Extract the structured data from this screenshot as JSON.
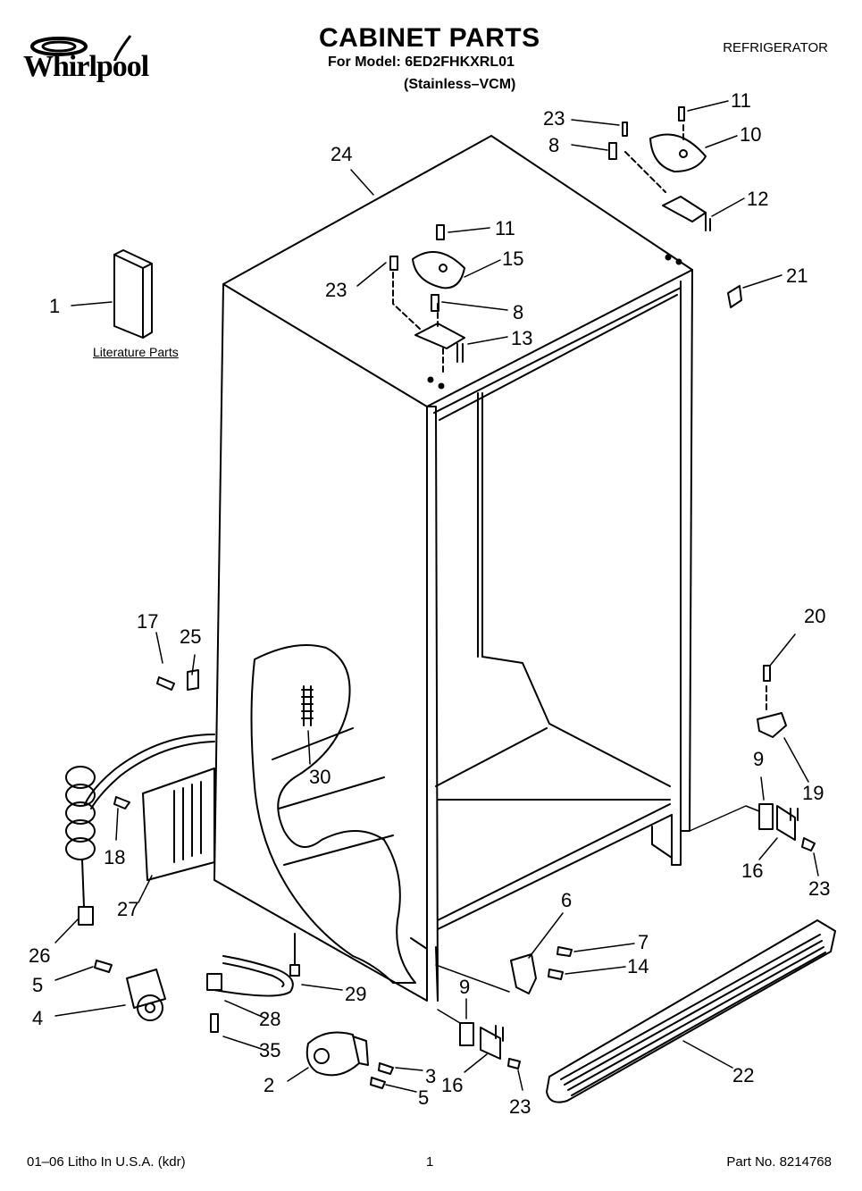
{
  "header": {
    "brand": "Whirlpool",
    "title": "CABINET PARTS",
    "model_line": "For Model: 6ED2FHKXRL01",
    "variant": "(Stainless–VCM)",
    "category": "REFRIGERATOR"
  },
  "literature_label": "Literature Parts",
  "callouts": {
    "c1": "1",
    "c2": "2",
    "c3": "3",
    "c4": "4",
    "c5a": "5",
    "c5b": "5",
    "c6": "6",
    "c7": "7",
    "c8a": "8",
    "c8b": "8",
    "c9a": "9",
    "c9b": "9",
    "c10": "10",
    "c11a": "11",
    "c11b": "11",
    "c12": "12",
    "c13": "13",
    "c14": "14",
    "c15": "15",
    "c16a": "16",
    "c16b": "16",
    "c17": "17",
    "c18": "18",
    "c19": "19",
    "c20": "20",
    "c21": "21",
    "c22": "22",
    "c23a": "23",
    "c23b": "23",
    "c23c": "23",
    "c23d": "23",
    "c24": "24",
    "c25": "25",
    "c26": "26",
    "c27": "27",
    "c28": "28",
    "c29": "29",
    "c30": "30",
    "c35": "35"
  },
  "footer": {
    "litho": "01–06 Litho In U.S.A. (kdr)",
    "page": "1",
    "part_no": "Part No. 8214768"
  }
}
